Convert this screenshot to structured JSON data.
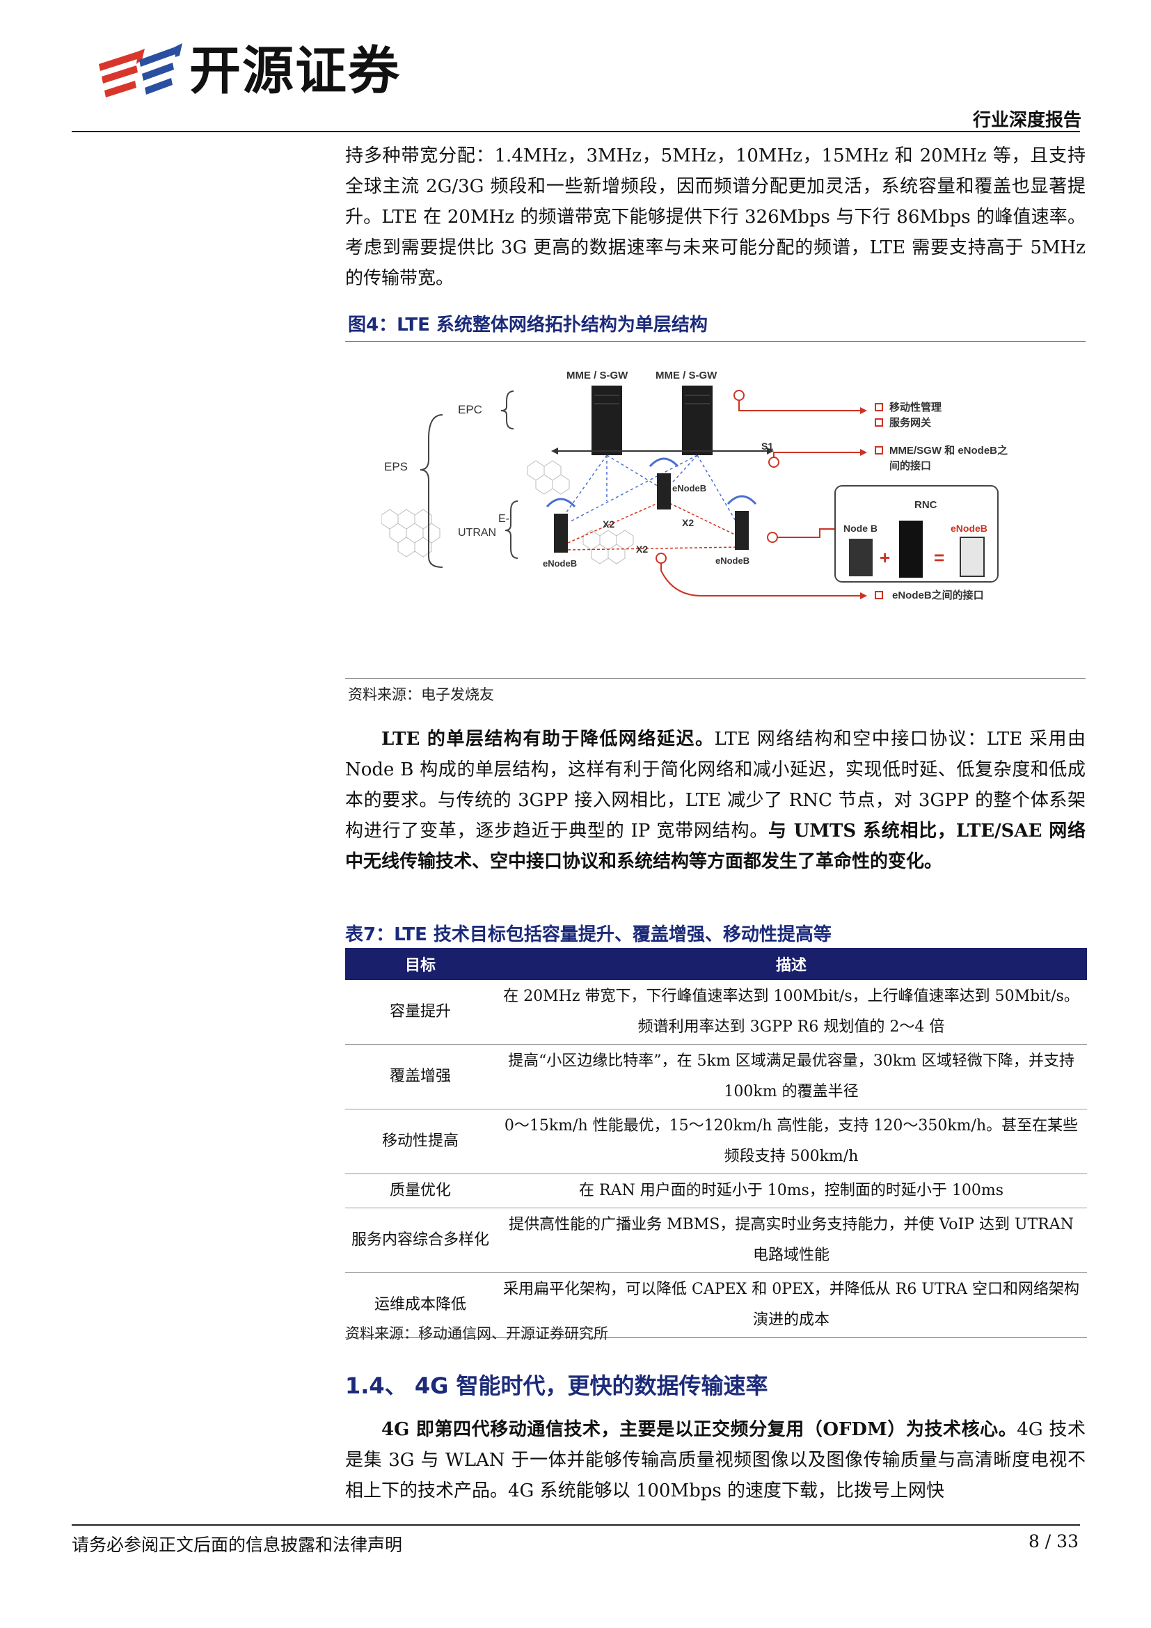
{
  "header": {
    "brand": "开源证券",
    "report_type": "行业深度报告"
  },
  "para1": "持多种带宽分配：1.4MHz，3MHz，5MHz，10MHz，15MHz 和 20MHz 等，且支持全球主流 2G/3G 频段和一些新增频段，因而频谱分配更加灵活，系统容量和覆盖也显著提升。LTE 在 20MHz 的频谱带宽下能够提供下行 326Mbps 与下行 86Mbps 的峰值速率。考虑到需要提供比 3G 更高的数据速率与未来可能分配的频谱，LTE 需要支持高于 5MHz 的传输带宽。",
  "figure4": {
    "title": "图4：LTE 系统整体网络拓扑结构为单层结构",
    "labels": {
      "mme1": "MME / S-GW",
      "mme2": "MME / S-GW",
      "epc": "EPC",
      "eps": "EPS",
      "eutran_1": "E-",
      "eutran_2": "UTRAN",
      "s1": "S1",
      "x2_a": "X2",
      "x2_b": "X2",
      "x2_c": "X2",
      "enb_top": "eNodeB",
      "enb_left": "eNodeB",
      "enb_right": "eNodeB",
      "rnc": "RNC",
      "nodeb": "Node B",
      "enodeb_red": "eNodeB",
      "note1": "移动性管理",
      "note2": "服务网关",
      "note3_1": "MME/SGW 和 eNodeB之",
      "note3_2": "间的接口",
      "note4": "eNodeB之间的接口"
    },
    "source": "资料来源：电子发烧友"
  },
  "para2": {
    "bold_lead": "LTE 的单层结构有助于降低网络延迟。",
    "body": "LTE 网络结构和空中接口协议：LTE 采用由 Node B 构成的单层结构，这样有利于简化网络和减小延迟，实现低时延、低复杂度和低成本的要求。与传统的 3GPP 接入网相比，LTE 减少了 RNC 节点，对 3GPP 的整个体系架构进行了变革，逐步趋近于典型的 IP 宽带网结构。",
    "bold_tail": "与 UMTS 系统相比，LTE/SAE 网络中无线传输技术、空中接口协议和系统结构等方面都发生了革命性的变化。"
  },
  "table7": {
    "title": "表7：LTE 技术目标包括容量提升、覆盖增强、移动性提高等",
    "headers": [
      "目标",
      "描述"
    ],
    "rows": [
      {
        "goal": "容量提升",
        "desc": "在 20MHz 带宽下，下行峰值速率达到 100Mbit/s，上行峰值速率达到 50Mbit/s。频谱利用率达到 3GPP R6 规划值的 2～4 倍"
      },
      {
        "goal": "覆盖增强",
        "desc": "提高“小区边缘比特率”，在 5km 区域满足最优容量，30km 区域轻微下降，并支持 100km 的覆盖半径"
      },
      {
        "goal": "移动性提高",
        "desc": "0～15km/h 性能最优，15～120km/h 高性能，支持 120～350km/h。甚至在某些频段支持 500km/h"
      },
      {
        "goal": "质量优化",
        "desc": "在 RAN 用户面的时延小于 10ms，控制面的时延小于 100ms"
      },
      {
        "goal": "服务内容综合多样化",
        "desc": "提供高性能的广播业务 MBMS，提高实时业务支持能力，并使 VoIP 达到 UTRAN 电路域性能"
      },
      {
        "goal": "运维成本降低",
        "desc": "采用扁平化架构，可以降低 CAPEX 和 0PEX，并降低从 R6 UTRA 空口和网络架构演进的成本"
      }
    ],
    "source": "资料来源：移动通信网、开源证券研究所"
  },
  "section": {
    "title": "1.4、 4G 智能时代，更快的数据传输速率"
  },
  "para3": {
    "bold_lead": "4G 即第四代移动通信技术，主要是以正交频分复用（OFDM）为技术核心。",
    "body": "4G 技术是集 3G 与 WLAN 于一体并能够传输高质量视频图像以及图像传输质量与高清晰度电视不相上下的技术产品。4G 系统能够以 100Mbps 的速度下载，比拨号上网快"
  },
  "footer": {
    "disclaimer": "请务必参阅正文后面的信息披露和法律声明",
    "page": "8 / 33"
  },
  "colors": {
    "brand_red": "#d9362b",
    "brand_blue": "#2a4fa0",
    "title_navy": "#1b2a7a",
    "table_header": "#1a1f6b",
    "diagram_red": "#cc3322"
  }
}
